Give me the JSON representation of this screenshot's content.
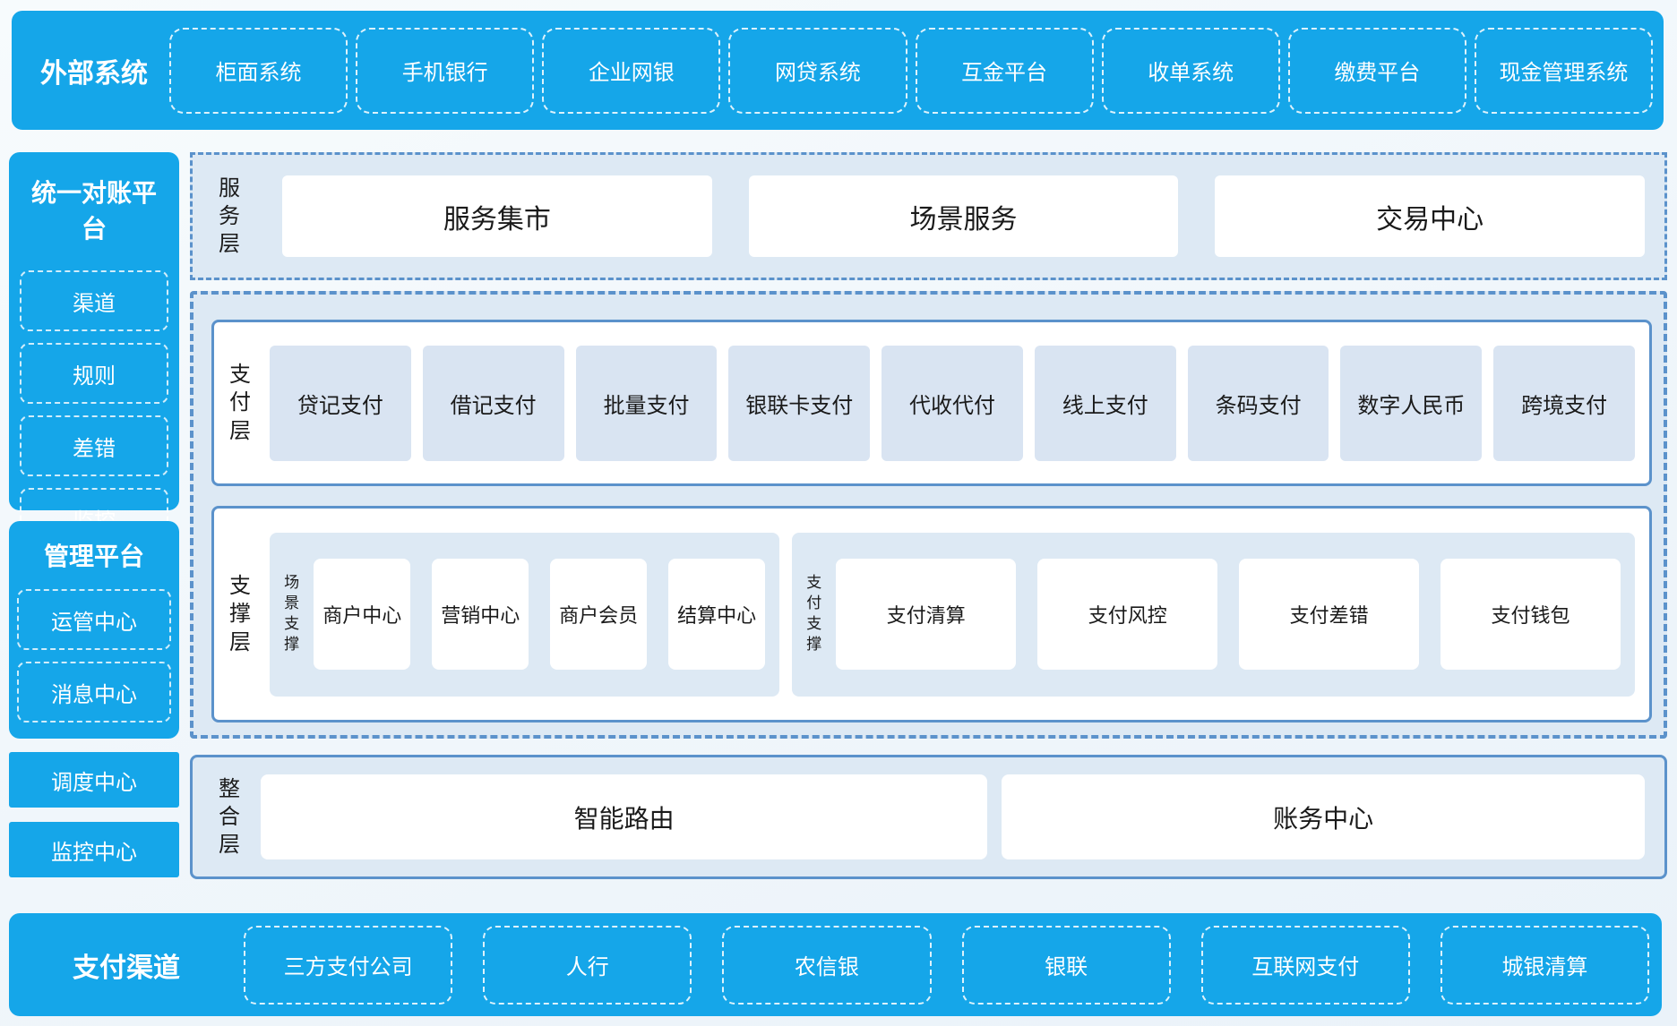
{
  "colors": {
    "primary_blue": "#15a6e9",
    "border_blue": "#5b92cb",
    "panel_light_blue": "#dde9f4",
    "item_light_blue": "#d9e4f2",
    "card_white": "#ffffff",
    "text_dark": "#1a1a1a",
    "text_white": "#ffffff"
  },
  "top_bar": {
    "title": "外部系统",
    "items": [
      "柜面系统",
      "手机银行",
      "企业网银",
      "网贷系统",
      "互金平台",
      "收单系统",
      "缴费平台",
      "现金管理系统"
    ]
  },
  "sidebar": {
    "reconciliation": {
      "title": "统一对账平台",
      "items": [
        "渠道",
        "规则",
        "差错",
        "监控"
      ]
    },
    "management": {
      "title": "管理平台",
      "items": [
        "运管中心",
        "消息中心"
      ]
    },
    "dispatch_center": "调度中心",
    "monitor_center": "监控中心"
  },
  "layers": {
    "service": {
      "label": "服务层",
      "cards": [
        "服务集市",
        "场景服务",
        "交易中心"
      ]
    },
    "payment": {
      "label": "支付层",
      "items": [
        "贷记支付",
        "借记支付",
        "批量支付",
        "银联卡支付",
        "代收代付",
        "线上支付",
        "条码支付",
        "数字人民币",
        "跨境支付"
      ]
    },
    "support": {
      "label": "支撑层",
      "groups": [
        {
          "label": "场景支撑",
          "items": [
            "商户中心",
            "营销中心",
            "商户会员",
            "结算中心"
          ]
        },
        {
          "label": "支付支撑",
          "items": [
            "支付清算",
            "支付风控",
            "支付差错",
            "支付钱包"
          ]
        }
      ]
    },
    "integration": {
      "label": "整合层",
      "cards": [
        "智能路由",
        "账务中心"
      ]
    }
  },
  "bottom_bar": {
    "title": "支付渠道",
    "items": [
      "三方支付公司",
      "人行",
      "农信银",
      "银联",
      "互联网支付",
      "城银清算"
    ]
  }
}
